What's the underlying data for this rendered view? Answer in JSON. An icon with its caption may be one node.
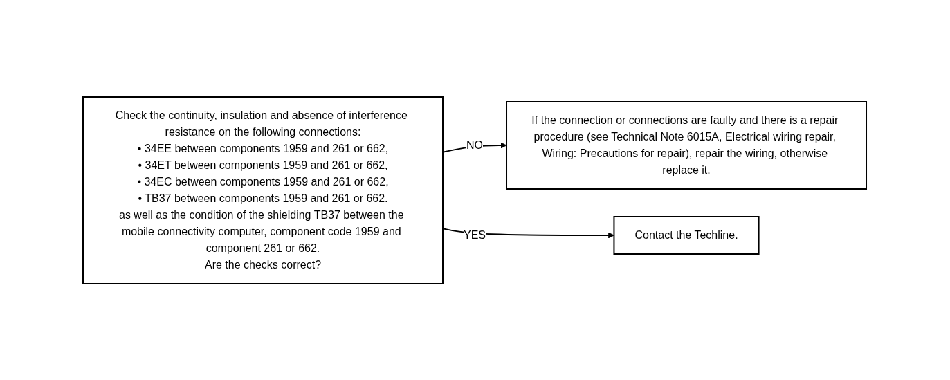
{
  "diagram": {
    "nodes": [
      {
        "text": [
          "Check the continuity, insulation and absence of interference resistance on the following connections:",
          "• 34EE between components 1959 and 261 or 662,",
          "• 34ET between components 1959 and 261 or 662,",
          "• 34EC between components 1959 and 261 or 662,",
          "• TB37 between components 1959 and 261 or 662.",
          "as well as the condition of the shielding TB37 between the mobile connectivity computer, component code 1959 and component 261 or 662.",
          "Are the checks correct?"
        ]
      },
      {
        "text": [
          "If the connection or connections are faulty and there is a repair procedure (see Technical Note 6015A, Electrical wiring repair, Wiring: Precautions for repair), repair the wiring, otherwise replace it."
        ]
      },
      {
        "text": [
          "Contact the Techline."
        ]
      }
    ],
    "edges": [
      {
        "from": 0,
        "to": 1,
        "arrow": "to",
        "label": "NO"
      },
      {
        "from": 0,
        "to": 2,
        "arrow": "to",
        "label": "YES"
      }
    ]
  }
}
